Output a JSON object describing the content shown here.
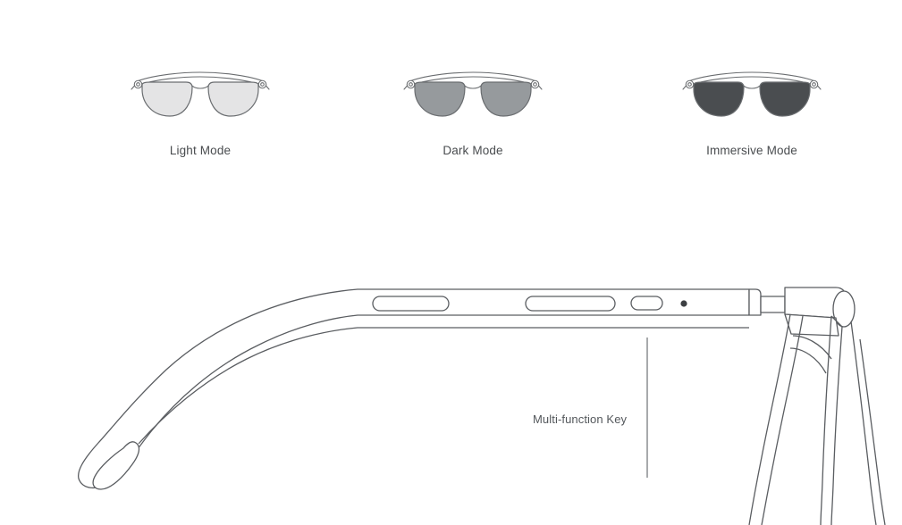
{
  "page": {
    "background_color": "#ffffff",
    "line_color": "#5a5d61",
    "text_color": "#494c4f"
  },
  "mode_gallery": {
    "modes": [
      {
        "id": "light-mode",
        "label": "Light Mode",
        "lens_color": "#e4e4e5",
        "frame_color": "#6a6d70"
      },
      {
        "id": "dark-mode",
        "label": "Dark Mode",
        "lens_color": "#969a9d",
        "frame_color": "#6a6d70"
      },
      {
        "id": "immersive-mode",
        "label": "Immersive Mode",
        "lens_color": "#4a4d50",
        "frame_color": "#6a6d70"
      }
    ]
  },
  "side_view": {
    "diagram_name": "smart-glasses-temple-side-view",
    "callout": {
      "label": "Multi-function Key",
      "leader_line_color": "#7a7d80"
    },
    "features": [
      {
        "id": "speaker-grille-rear",
        "shape": "rounded-slot"
      },
      {
        "id": "touch-panel-slot",
        "shape": "rounded-slot"
      },
      {
        "id": "microphone-slot",
        "shape": "rounded-slot"
      },
      {
        "id": "multi-function-key",
        "shape": "dot"
      }
    ]
  }
}
